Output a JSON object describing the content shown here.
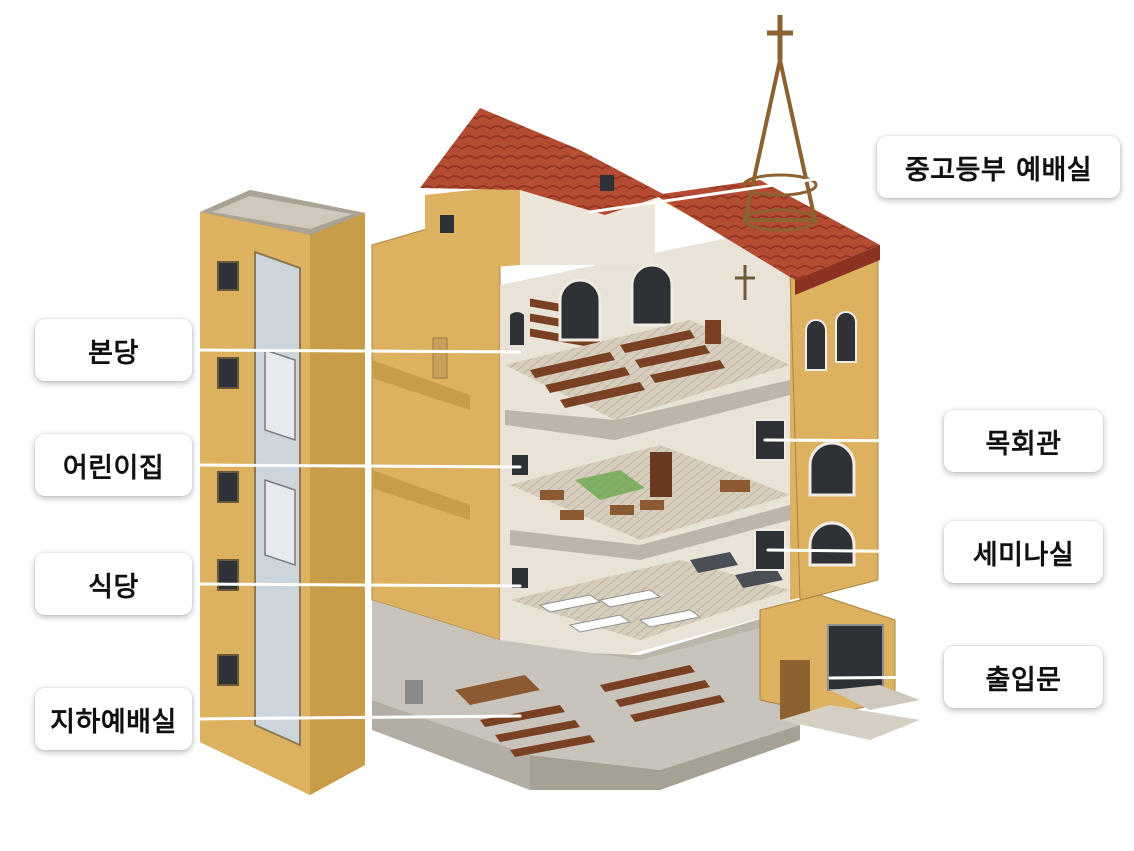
{
  "labels": {
    "youth_worship": "중고등부 예배실",
    "main_sanctuary": "본당",
    "kindergarten": "어린이집",
    "pastoral_hall": "목회관",
    "seminar_room": "세미나실",
    "dining_hall": "식당",
    "entrance": "출입문",
    "basement_worship": "지하예배실"
  },
  "colors": {
    "wall": "#dcb260",
    "wall_shadow": "#b98e3e",
    "roof_tile": "#b44b33",
    "pew": "#7a4023",
    "floor": "#c9c4bb",
    "glass": "#cdd5dc"
  }
}
